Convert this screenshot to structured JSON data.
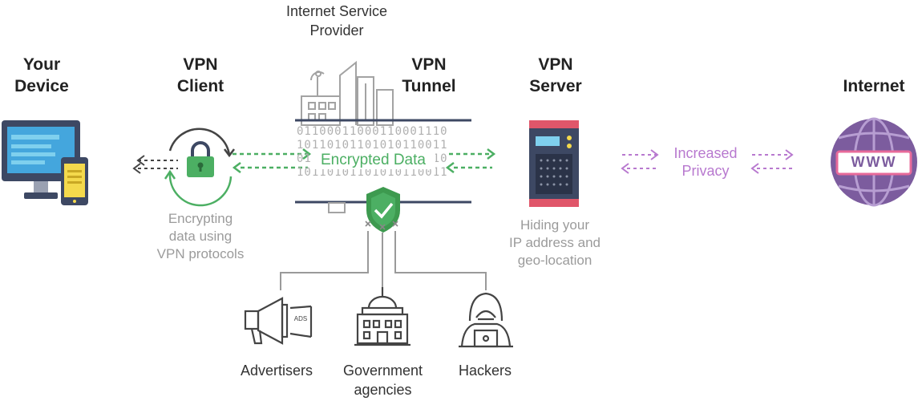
{
  "title": {
    "isp": [
      "Internet Service",
      "Provider"
    ]
  },
  "stages": {
    "device": [
      "Your",
      "Device"
    ],
    "client": [
      "VPN",
      "Client"
    ],
    "tunnel": [
      "VPN",
      "Tunnel"
    ],
    "server": [
      "VPN",
      "Server"
    ],
    "internet": [
      "Internet"
    ]
  },
  "captions": {
    "client": [
      "Encrypting",
      "data using",
      "VPN protocols"
    ],
    "server": [
      "Hiding your",
      "IP address and",
      "geo-location"
    ]
  },
  "tunnel_text": {
    "encrypted": "Encrypted Data",
    "bits": [
      "01100011000110001110",
      "10110101101010110011",
      "01100011000110001110",
      "10110101101010110011"
    ]
  },
  "privacy": [
    "Increased",
    "Privacy"
  ],
  "threats": {
    "advertisers": [
      "Advertisers"
    ],
    "government": [
      "Government",
      "agencies"
    ],
    "hackers": [
      "Hackers"
    ]
  },
  "icons": {
    "device": "computer-phone-icon",
    "client": "padlock-cycle-icon",
    "isp": "city-buildings-icon",
    "shield": "shield-check-icon",
    "server": "server-rack-icon",
    "internet": "globe-www-icon",
    "advertisers": "megaphone-icon",
    "government": "government-building-icon",
    "hackers": "hooded-hacker-icon"
  },
  "icon_text": {
    "www": "WWW",
    "ads": "ADS"
  },
  "colors": {
    "green": "#4caf63",
    "purple": "#b879cf",
    "gray": "#9b9b9b",
    "dark": "#222222",
    "navy": "#3d4863",
    "red": "#e0566a"
  }
}
